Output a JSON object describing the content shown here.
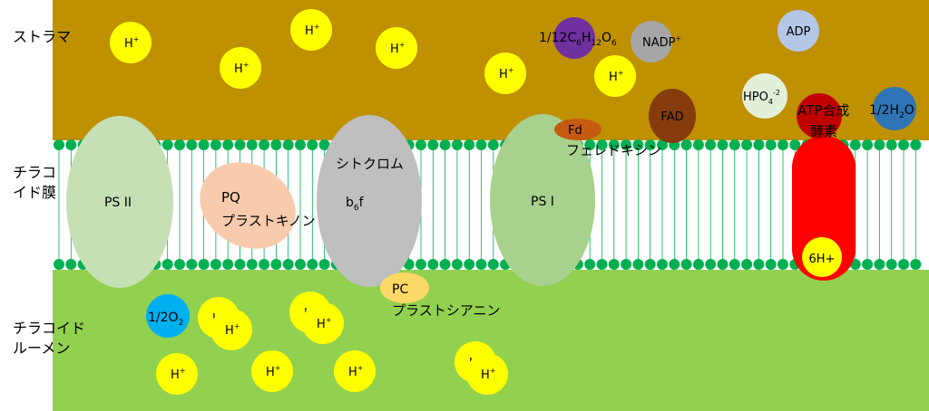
{
  "regions": {
    "stroma": "ストラマ",
    "thylakoid_membrane": "チラコ\nイド膜",
    "lumen": "チラコイド\nルーメン"
  },
  "complexes": {
    "ps2": "PS II",
    "pq": "PQ",
    "pq_name": "プラストキノン",
    "cytochrome": "シトクロム",
    "cyt_b": "b",
    "cyt_sub": "6",
    "cyt_f": "f",
    "pc": "PC",
    "pc_name": "プラストシアニン",
    "ps1": "PS I",
    "fd": "Fd",
    "fd_name": "フェレドキシン",
    "atp_synthase_a": "ATP合成",
    "atp_synthase_b": "酵素",
    "atp_synthase_protons": "6H+"
  },
  "molecules": {
    "glucose_a": "1/12C",
    "glucose_b": "6",
    "glucose_c": "H",
    "glucose_d": "12",
    "glucose_e": "O",
    "glucose_f": "6",
    "nadp": "NADP",
    "nadp_sup": "+",
    "fad": "FAD",
    "adp": "ADP",
    "hpo": "HPO",
    "hpo_sub": "4",
    "hpo_sup": "-2",
    "water_a": "1/2H",
    "water_b": "2",
    "water_c": "O",
    "oxygen_a": "1/2O",
    "oxygen_b": "2"
  },
  "proton": {
    "h": "H",
    "plus": "+"
  },
  "colors": {
    "stroma": "#bf9000",
    "lumen": "#92d050",
    "lipid_head": "#00b050",
    "proton": "#ffff00",
    "ps2": "#c5e0b4",
    "pq": "#f8cbad",
    "cytochrome": "#bfbfbf",
    "pc": "#ffd966",
    "ps1": "#a9d18e",
    "fd": "#c55a11",
    "atp_synthase": "#ff0000",
    "glucose": "#7030a0",
    "nadp": "#a6a6a6",
    "fad": "#843c0c",
    "adp": "#b4c7e7",
    "hpo": "#e2f0d9",
    "water": "#2e75b6",
    "oxygen": "#00b0f0"
  }
}
